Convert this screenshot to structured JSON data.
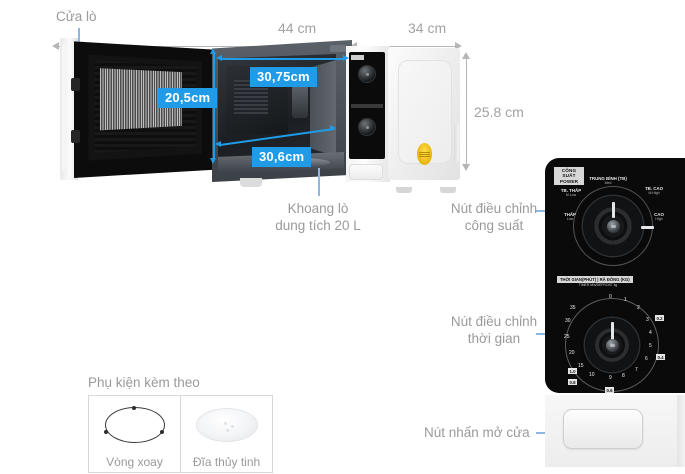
{
  "diagram": {
    "title_hidden": "",
    "callouts": [
      {
        "id": "door",
        "lines": [
          "Cửa lò"
        ]
      },
      {
        "id": "cavity",
        "lines": [
          "Khoang lò",
          "dung tích 20 L"
        ]
      },
      {
        "id": "power-knob",
        "lines": [
          "Nút điều chỉnh",
          "công suất"
        ]
      },
      {
        "id": "timer-knob",
        "lines": [
          "Nút điều chỉnh",
          "thời gian"
        ]
      },
      {
        "id": "door-button",
        "lines": [
          "Nút nhấn mở cửa"
        ]
      }
    ],
    "exterior_dimensions": [
      {
        "id": "width",
        "label": "44 cm"
      },
      {
        "id": "depth",
        "label": "34 cm"
      },
      {
        "id": "height",
        "label": "25.8 cm"
      }
    ],
    "interior_badges": [
      {
        "id": "door-height",
        "label": "20,5cm"
      },
      {
        "id": "cavity-width",
        "label": "30,75cm"
      },
      {
        "id": "cavity-depth",
        "label": "30,6cm"
      }
    ],
    "colors": {
      "badge_blue": "#1f9be8",
      "leader_blue": "#8fb8e0",
      "text_gray": "#9a9a9a",
      "arrow_gray": "#b6b6b6",
      "panel_black": "#0a0a0a",
      "energy_yellow": "#e8b30c"
    }
  },
  "control_panel": {
    "power_section": {
      "head_line1": "CÔNG SUẤT",
      "head_line2": "POWER",
      "labels": [
        {
          "id": "tb-trung-binh",
          "main": "TRUNG BÌNH (TB)",
          "sub": "Med"
        },
        {
          "id": "tb-cao",
          "main": "TB. CAO",
          "sub": "M.High"
        },
        {
          "id": "cao",
          "main": "CAO",
          "sub": "High"
        },
        {
          "id": "tb-thap",
          "main": "TB. THẤP",
          "sub": "M.Low"
        },
        {
          "id": "thap",
          "main": "THẤP",
          "sub": "Low"
        }
      ]
    },
    "timer_section": {
      "head": "THỜI GIAN(PHÚT) | RÃ ĐÔNG (KG)",
      "sub": "TIMER Min/DEFROST kg",
      "minutes": [
        "0",
        "1",
        "2",
        "3",
        "4",
        "5",
        "6",
        "7",
        "8",
        "9",
        "10",
        "15",
        "20",
        "25",
        "30",
        "35"
      ],
      "defrost_kg": [
        "0.2",
        "0.4",
        "0.6",
        "0.8",
        "1.0"
      ]
    }
  },
  "accessories": {
    "title": "Phụ kiện kèm theo",
    "items": [
      {
        "id": "roller-ring",
        "caption": "Vòng xoay"
      },
      {
        "id": "glass-plate",
        "caption": "Đĩa thủy tinh"
      }
    ]
  }
}
